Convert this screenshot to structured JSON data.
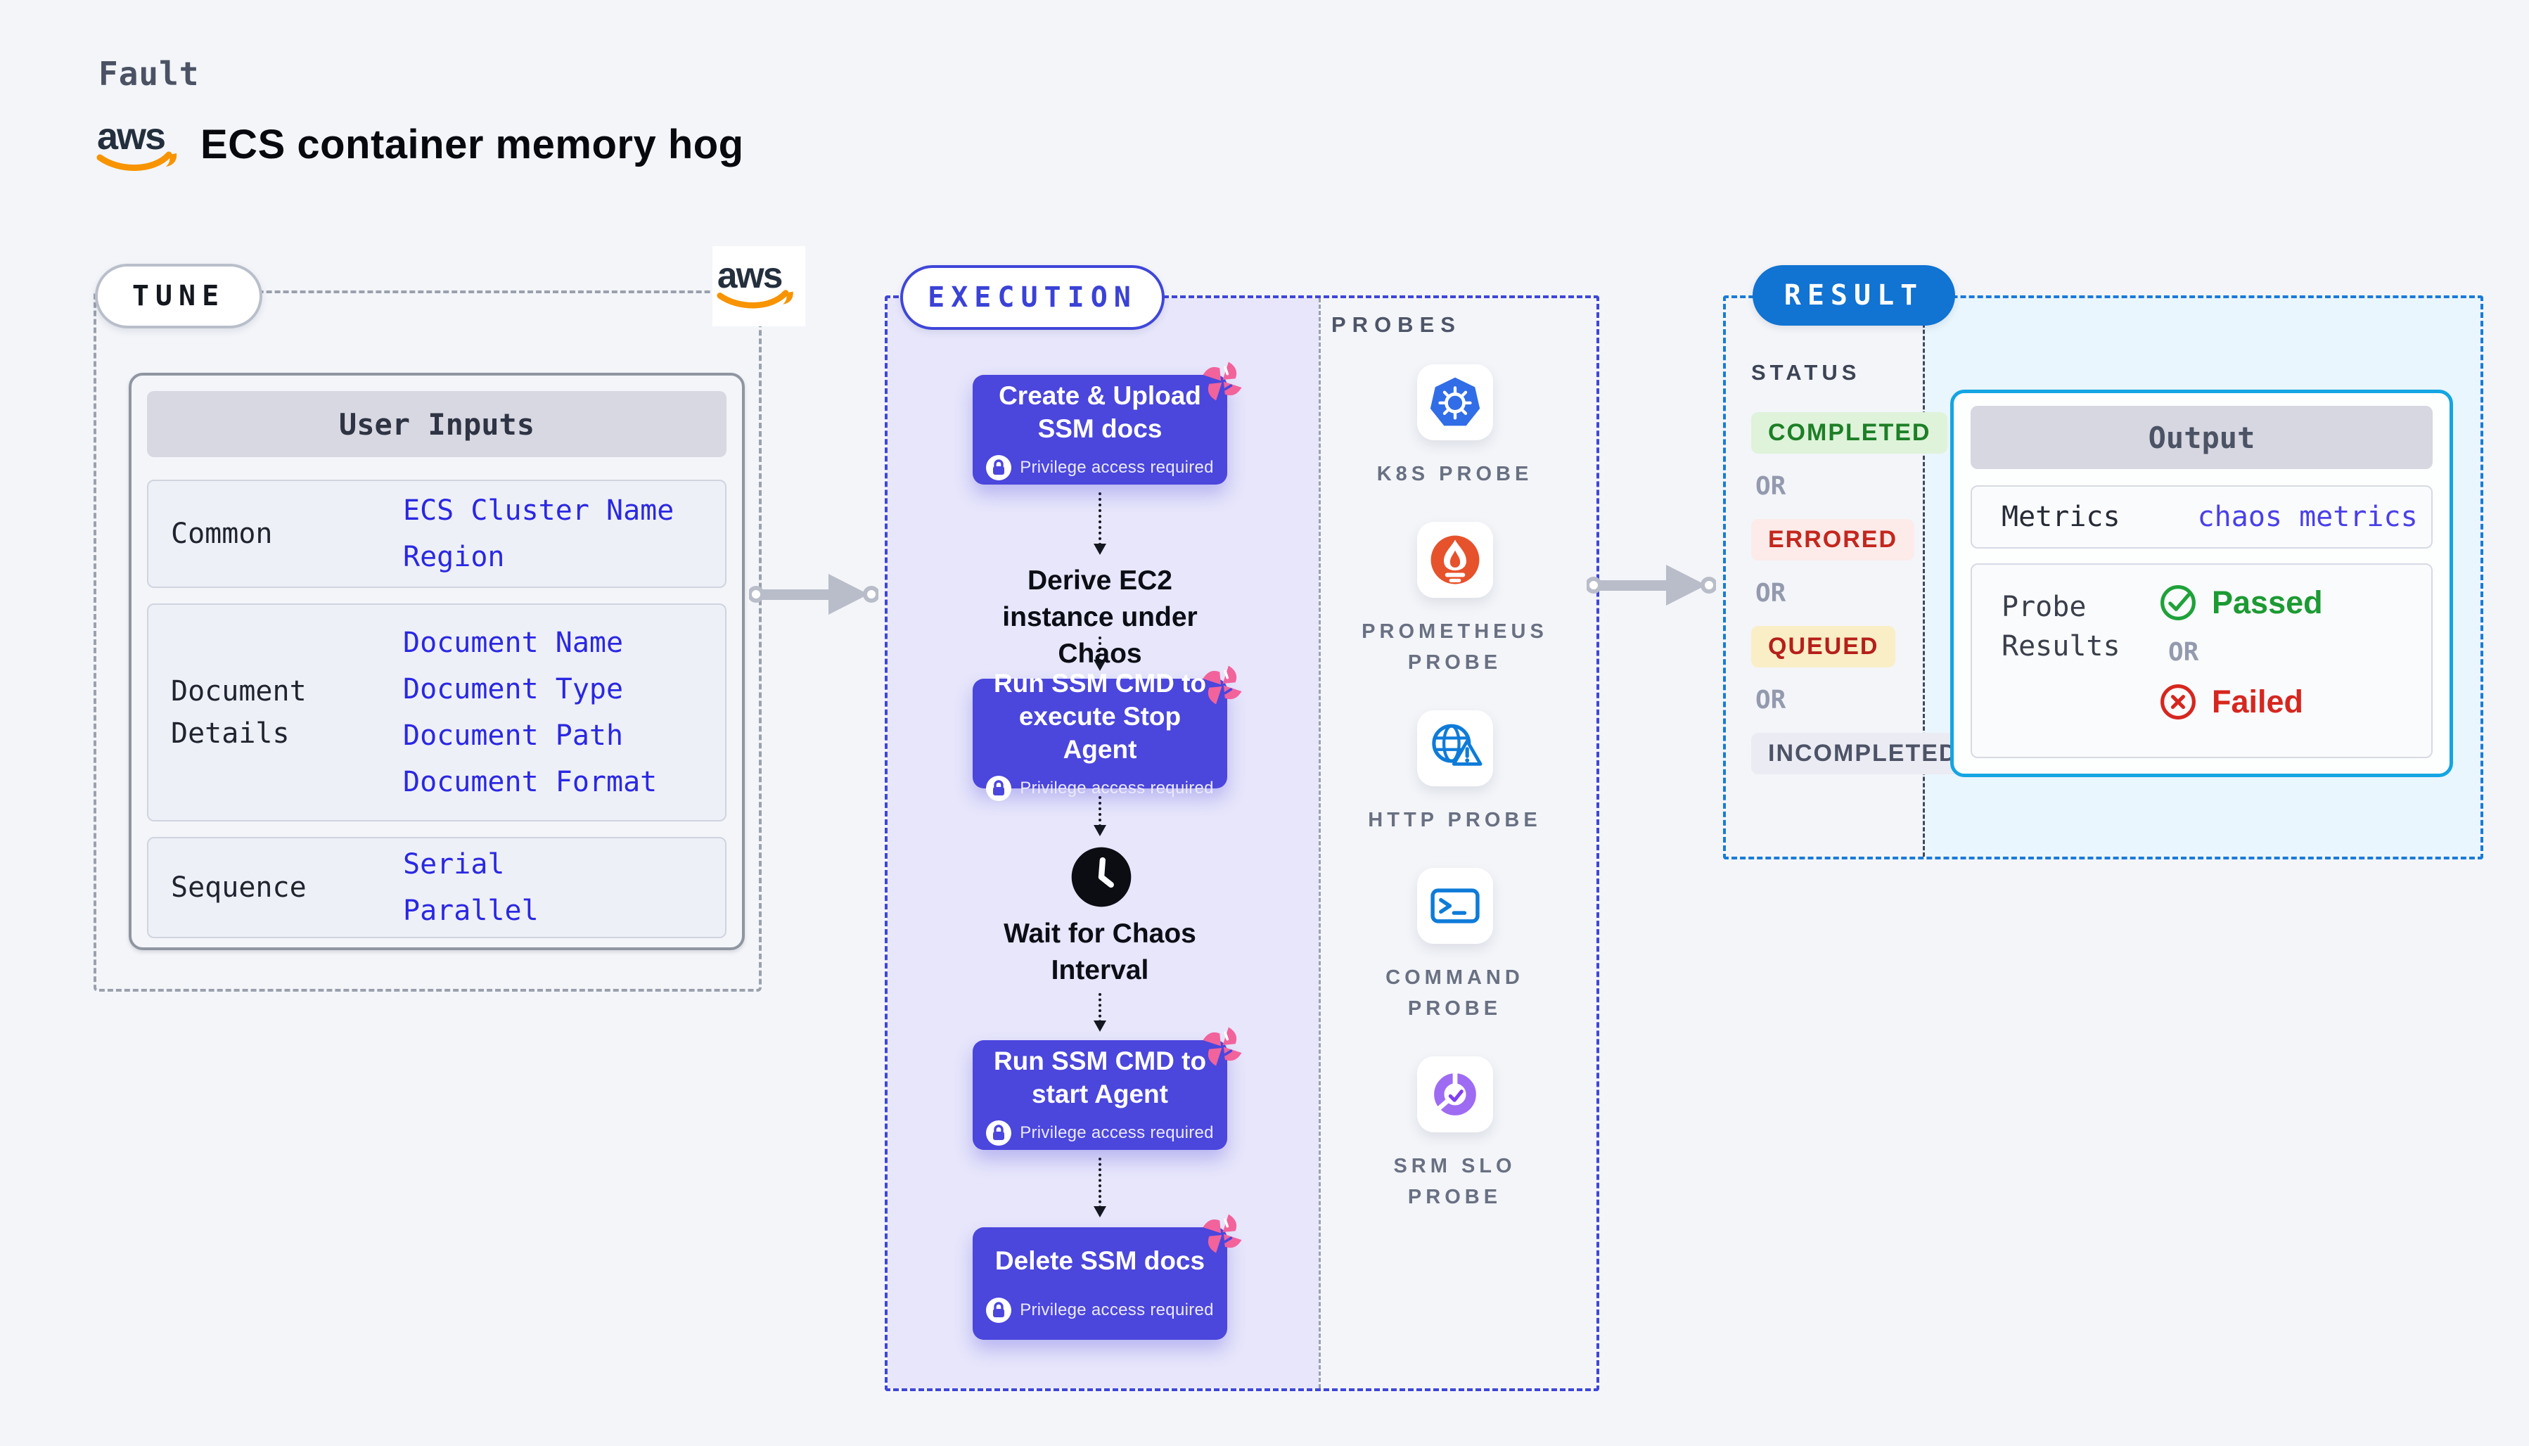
{
  "page": {
    "kicker": "Fault",
    "title": "ECS container memory hog"
  },
  "colors": {
    "background": "#f3f5f9",
    "tune_border": "#9aa1ad",
    "execution_border": "#3f46d9",
    "execution_fill": "#e7e6fb",
    "result_border": "#1a7ad9",
    "result_fill": "#e9f6fd",
    "step_card": "#4b46dc",
    "chaos_glyph_pink": "#f2639b",
    "value_blue": "#2a28e2",
    "result_pill_blue": "#1173d2",
    "output_border": "#15a5e2",
    "completed_green": "#1d7f27",
    "errored_red": "#c3271e",
    "queued_amber_bg": "#faeec6",
    "passed_green": "#1c9a33",
    "failed_red": "#d6271f",
    "aws_orange": "#f79400",
    "kubernetes_blue": "#316de6",
    "prometheus_orange": "#e6522c",
    "http_blue": "#0e7bd9",
    "srm_purple": "#9e6bf3"
  },
  "tune": {
    "pill_label": "TUNE",
    "user_inputs": {
      "header": "User Inputs",
      "rows": [
        {
          "label": "Common",
          "values": [
            "ECS Cluster Name",
            "Region"
          ]
        },
        {
          "label": "Document Details",
          "values": [
            "Document Name",
            "Document Type",
            "Document Path",
            "Document Format"
          ]
        },
        {
          "label": "Sequence",
          "values": [
            "Serial",
            "Parallel"
          ]
        }
      ]
    }
  },
  "execution": {
    "pill_label": "EXECUTION",
    "privilege_label": "Privilege access required",
    "steps": [
      {
        "kind": "card",
        "title": "Create & Upload SSM docs"
      },
      {
        "kind": "text",
        "title": "Derive EC2 instance under Chaos"
      },
      {
        "kind": "card",
        "title": "Run SSM CMD to execute Stop Agent"
      },
      {
        "kind": "wait",
        "title": "Wait for Chaos Interval"
      },
      {
        "kind": "card",
        "title": "Run SSM CMD to start Agent"
      },
      {
        "kind": "card",
        "title": "Delete SSM docs"
      }
    ],
    "probes": {
      "heading": "PROBES",
      "items": [
        {
          "label": "K8S PROBE",
          "icon": "kubernetes-icon"
        },
        {
          "label": "PROMETHEUS PROBE",
          "icon": "prometheus-icon"
        },
        {
          "label": "HTTP PROBE",
          "icon": "http-globe-warning-icon"
        },
        {
          "label": "COMMAND PROBE",
          "icon": "terminal-icon"
        },
        {
          "label": "SRM SLO PROBE",
          "icon": "srm-slo-icon"
        }
      ]
    }
  },
  "result": {
    "pill_label": "RESULT",
    "status_heading": "STATUS",
    "or_label": "OR",
    "statuses": [
      {
        "label": "COMPLETED",
        "bg": "#def3da",
        "fg": "#1d7f27"
      },
      {
        "label": "ERRORED",
        "bg": "#fcebe9",
        "fg": "#c3271e"
      },
      {
        "label": "QUEUED",
        "bg": "#faeec6",
        "fg": "#b5201a"
      },
      {
        "label": "INCOMPLETED",
        "bg": "#ebebf3",
        "fg": "#4d5366"
      }
    ],
    "output": {
      "header": "Output",
      "metrics_label": "Metrics",
      "metrics_value": "chaos metrics",
      "probe_results_label": "Probe Results",
      "passed_label": "Passed",
      "or_label": "OR",
      "failed_label": "Failed"
    }
  }
}
